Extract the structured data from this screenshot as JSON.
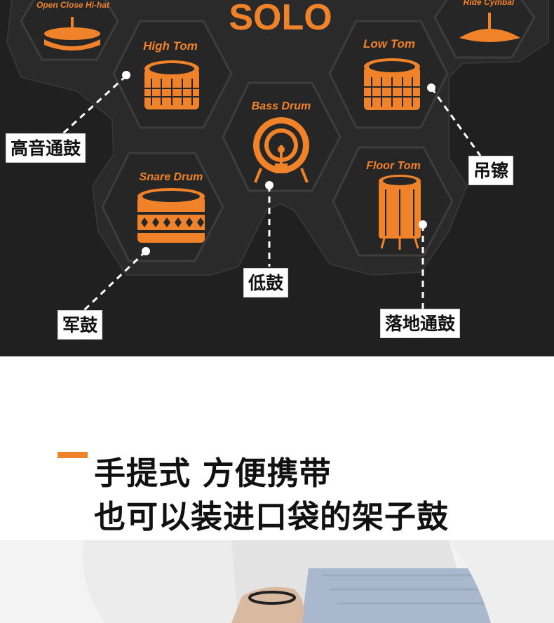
{
  "colors": {
    "accent": "#f0832a",
    "panel_background": "#202020",
    "pad_fill": "#2b2b2b"
  },
  "kit": {
    "logo": "SOLO",
    "pads": {
      "hihat": "Open Close Hi-hat",
      "ride": "Ride Cymbal",
      "high_tom": "High Tom",
      "low_tom": "Low Tom",
      "bass_drum": "Bass Drum",
      "snare_drum": "Snare Drum",
      "floor_tom": "Floor Tom"
    }
  },
  "callouts": {
    "high_tom": "高音通鼓",
    "cymbal": "吊镲",
    "bass": "低鼓",
    "snare": "军鼓",
    "floor_tom": "落地通鼓"
  },
  "headline": {
    "line1": "手提式  方便携带",
    "line2": "也可以装进口袋的架子鼓"
  }
}
